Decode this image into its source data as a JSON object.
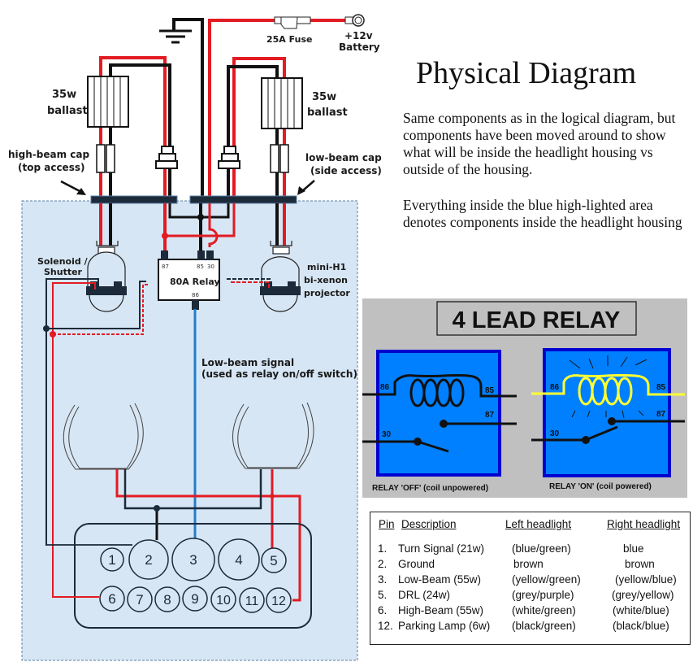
{
  "title": "Physical Diagram",
  "description": [
    "Same components as in the logical diagram, but components have been moved around to show what will be inside the headlight housing vs outside of the housing.",
    "Everything inside the blue high-lighted area denotes components inside the headlight housing"
  ],
  "colors": {
    "housing_area": "#d7e6f4",
    "wire_positive": "#e31b23",
    "wire_ground": "#111111",
    "wire_signal": "#1f7fd0",
    "relay_panel_bg": "#c0c0c0",
    "relay_box": "#0070ff",
    "relay_coil_on": "#ffff33"
  },
  "wiring": {
    "fuse_label": "25A Fuse",
    "battery_label_line1": "+12v",
    "battery_label_line2": "Battery",
    "ground_icon": "ground-symbol",
    "left_ballast_line1": "35w",
    "left_ballast_line2": "ballast",
    "right_ballast_line1": "35w",
    "right_ballast_line2": "ballast",
    "high_beam_cap_line1": "high-beam cap",
    "high_beam_cap_line2": "(top access)",
    "low_beam_cap_line1": "low-beam cap",
    "low_beam_cap_line2": "(side access)",
    "solenoid_line1": "Solenoid /",
    "solenoid_line2": "Shutter",
    "projector_line1": "mini-H1",
    "projector_line2": "bi-xenon",
    "projector_line3": "projector",
    "relay_label": "80A Relay",
    "relay_pins": {
      "p87": "87",
      "p85": "85",
      "p30": "30",
      "p86": "86"
    },
    "signal_line1": "Low-beam signal",
    "signal_line2": "(used as relay on/off switch)",
    "connector_pins": [
      "1",
      "2",
      "3",
      "4",
      "5",
      "6",
      "7",
      "8",
      "9",
      "10",
      "11",
      "12"
    ]
  },
  "relay_panel": {
    "title": "4 LEAD RELAY",
    "off_caption": "RELAY 'OFF' (coil unpowered)",
    "on_caption": "RELAY 'ON' (coil powered)",
    "pins": {
      "p86": "86",
      "p85": "85",
      "p87": "87",
      "p30": "30"
    }
  },
  "pin_table": {
    "headers": {
      "pin": "Pin",
      "description": "Description",
      "left": "Left headlight",
      "right": "Right headlight"
    },
    "rows": [
      {
        "pin": "1.",
        "description": "Turn Signal (21w)",
        "left": "(blue/green)",
        "right": "blue"
      },
      {
        "pin": "2.",
        "description": "Ground",
        "left": "brown",
        "right": "brown"
      },
      {
        "pin": "3.",
        "description": "Low-Beam (55w)",
        "left": "(yellow/green)",
        "right": "(yellow/blue)"
      },
      {
        "pin": "5.",
        "description": "DRL (24w)",
        "left": "(grey/purple)",
        "right": "(grey/yellow)"
      },
      {
        "pin": "6.",
        "description": "High-Beam (55w)",
        "left": "(white/green)",
        "right": "(white/blue)"
      },
      {
        "pin": "12.",
        "description": "Parking Lamp (6w)",
        "left": "(black/green)",
        "right": "(black/blue)"
      }
    ]
  }
}
